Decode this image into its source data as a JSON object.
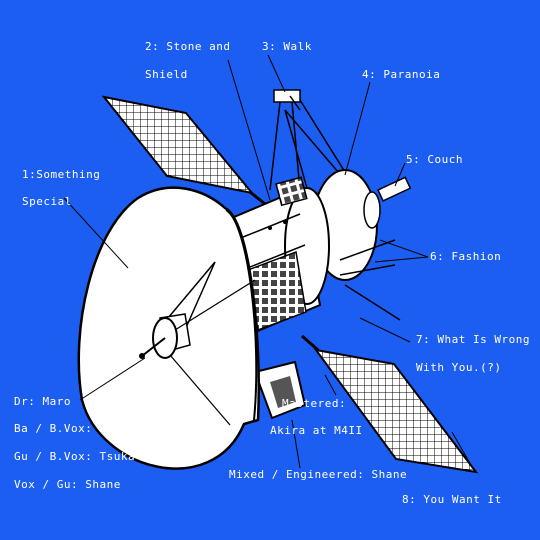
{
  "colors": {
    "background": "#1d5ef2",
    "ink": "#000000",
    "paper": "#ffffff",
    "text": "#ffffff"
  },
  "tracks": [
    {
      "lines": [
        "1:Something",
        "Special"
      ]
    },
    {
      "lines": [
        "2: Stone and",
        "Shield"
      ]
    },
    {
      "lines": [
        "3: Walk"
      ]
    },
    {
      "lines": [
        "4: Paranoia"
      ]
    },
    {
      "lines": [
        "5: Couch"
      ]
    },
    {
      "lines": [
        "6: Fashion"
      ]
    },
    {
      "lines": [
        "7: What Is Wrong",
        "With You.(?)"
      ]
    },
    {
      "lines": [
        "8: You Want It"
      ]
    }
  ],
  "credits": {
    "members": [
      "Dr: Maro",
      "Ba / B.Vox: Tomo",
      "Gu / B.Vox: Tsuka",
      "Vox / Gu: Shane"
    ],
    "mastered": [
      "Mastered:",
      "Akira at M4II"
    ],
    "mixed": "Mixed / Engineered: Shane"
  }
}
